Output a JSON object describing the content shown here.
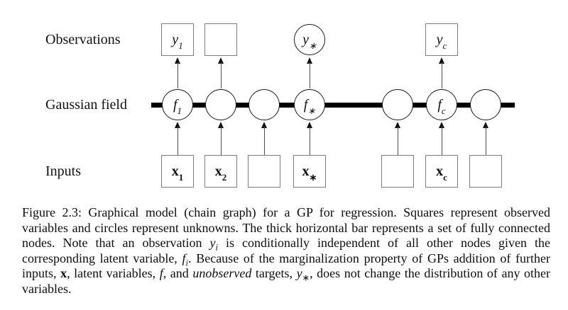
{
  "figure": {
    "row_labels": {
      "observations": "Observations",
      "field": "Gaussian field",
      "inputs": "Inputs"
    },
    "nodes": {
      "obs": [
        {
          "shape": "square",
          "main": "y",
          "sub": "1"
        },
        {
          "shape": "square",
          "main": "",
          "sub": ""
        },
        {
          "shape": "circle",
          "main": "y",
          "sub": "∗"
        },
        {
          "shape": "square",
          "main": "y",
          "sub": "c"
        }
      ],
      "field": [
        {
          "shape": "circle",
          "main": "f",
          "sub": "1"
        },
        {
          "shape": "circle",
          "main": "",
          "sub": ""
        },
        {
          "shape": "circle",
          "main": "",
          "sub": ""
        },
        {
          "shape": "circle",
          "main": "f",
          "sub": "∗"
        },
        {
          "shape": "circle",
          "main": "",
          "sub": ""
        },
        {
          "shape": "circle",
          "main": "f",
          "sub": "c"
        },
        {
          "shape": "circle",
          "main": "",
          "sub": ""
        }
      ],
      "inputs": [
        {
          "shape": "square",
          "main": "x",
          "sub": "1"
        },
        {
          "shape": "square",
          "main": "x",
          "sub": "2"
        },
        {
          "shape": "square",
          "main": "",
          "sub": ""
        },
        {
          "shape": "square",
          "main": "x",
          "sub": "∗"
        },
        {
          "shape": "square",
          "main": "",
          "sub": ""
        },
        {
          "shape": "square",
          "main": "x",
          "sub": "c"
        },
        {
          "shape": "square",
          "main": "",
          "sub": ""
        }
      ]
    },
    "colors": {
      "background": "#ffffff",
      "bar": "#000000",
      "circle_border": "#1a1a1a",
      "square_border": "#7d7d7d",
      "text": "#111111"
    }
  },
  "caption": {
    "segments": [
      {
        "t": "Figure 2.3:  ",
        "style": ""
      },
      {
        "t": "Graphical model (chain graph) for a GP for regression.  Squares represent observed variables and circles represent unknowns.  The thick horizontal bar represents a set of fully connected nodes.  Note that an observation ",
        "style": ""
      },
      {
        "t": "y",
        "style": "i"
      },
      {
        "t": "i",
        "style": "isub"
      },
      {
        "t": " is conditionally independent of all other nodes given the corresponding latent variable, ",
        "style": ""
      },
      {
        "t": "f",
        "style": "i"
      },
      {
        "t": "i",
        "style": "isub"
      },
      {
        "t": ".  Because of the marginalization property of GPs addition of further inputs, ",
        "style": ""
      },
      {
        "t": "x",
        "style": "b"
      },
      {
        "t": ", latent variables, ",
        "style": ""
      },
      {
        "t": "f",
        "style": "i"
      },
      {
        "t": ", and ",
        "style": ""
      },
      {
        "t": "unobserved",
        "style": "i"
      },
      {
        "t": " targets, ",
        "style": ""
      },
      {
        "t": "y",
        "style": "i"
      },
      {
        "t": "∗",
        "style": "sub"
      },
      {
        "t": ", does not change the distribution of any other variables.",
        "style": ""
      }
    ]
  }
}
